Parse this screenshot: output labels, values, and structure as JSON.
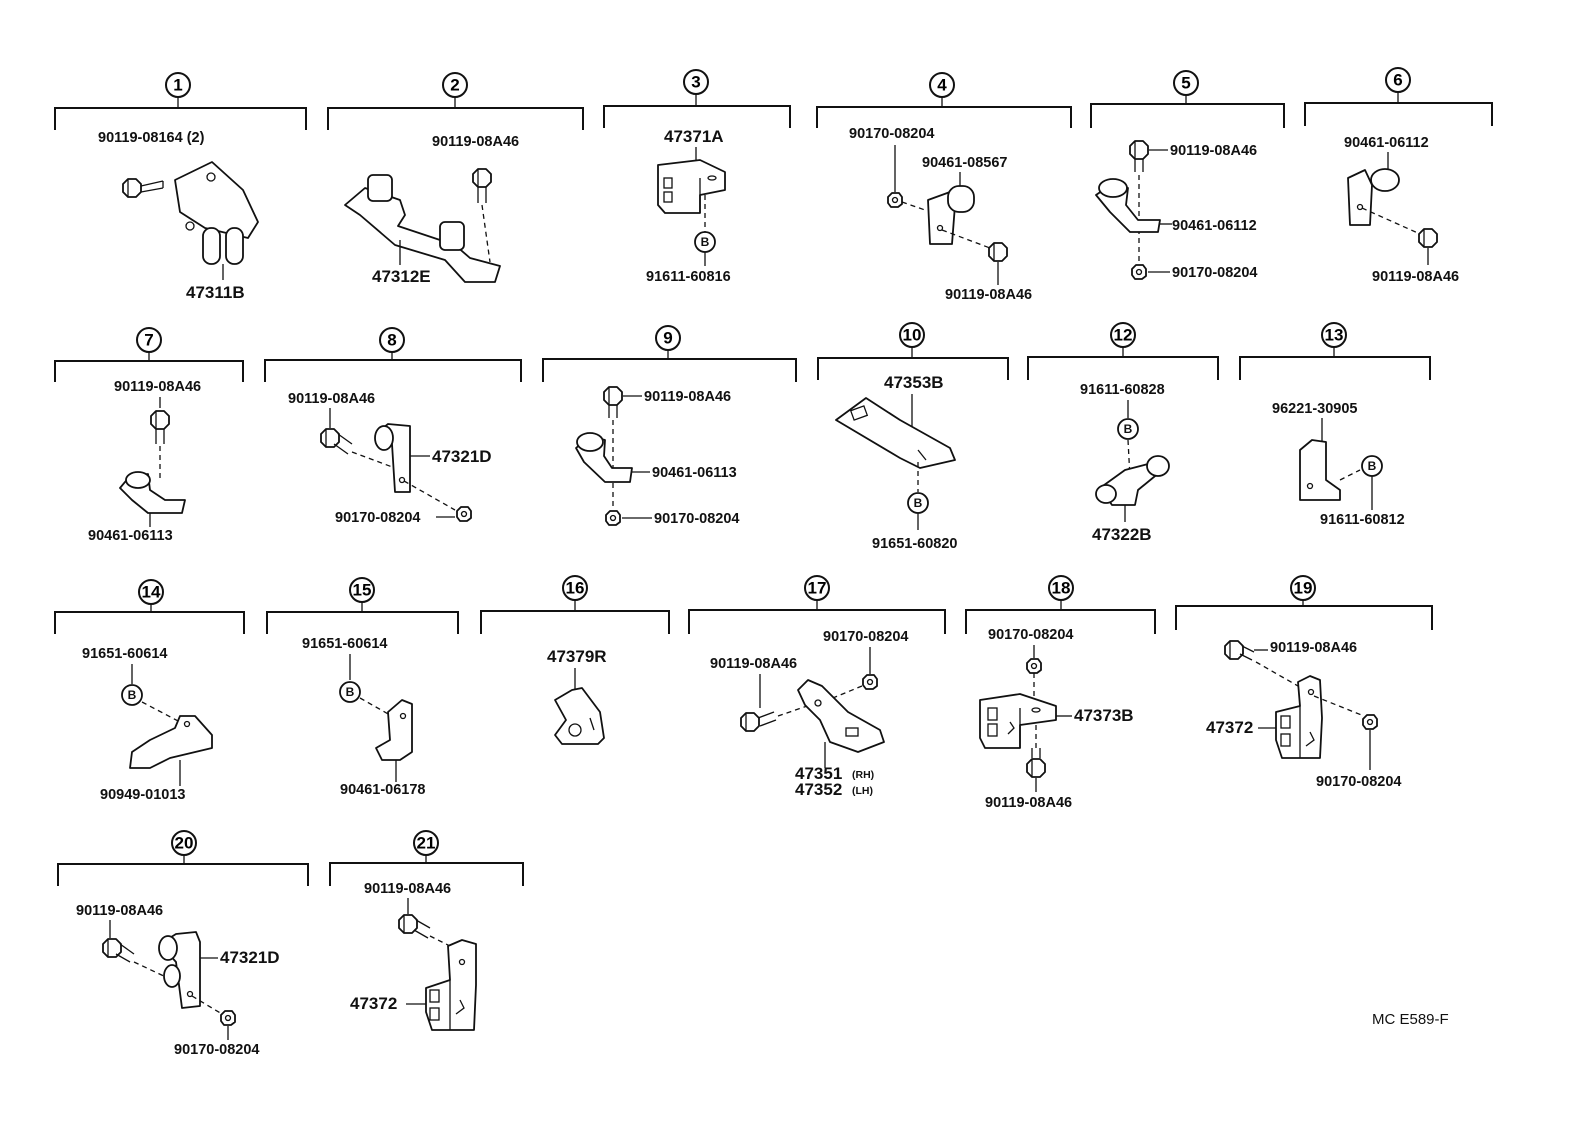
{
  "reference": "MC  E589-F",
  "b_symbol": "B",
  "groups": [
    {
      "num": "1",
      "labels": [
        "90119-08164 (2)",
        "47311B"
      ]
    },
    {
      "num": "2",
      "labels": [
        "90119-08A46",
        "47312E"
      ]
    },
    {
      "num": "3",
      "labels": [
        "47371A",
        "91611-60816"
      ]
    },
    {
      "num": "4",
      "labels": [
        "90170-08204",
        "90461-08567",
        "90119-08A46"
      ]
    },
    {
      "num": "5",
      "labels": [
        "90119-08A46",
        "90461-06112",
        "90170-08204"
      ]
    },
    {
      "num": "6",
      "labels": [
        "90461-06112",
        "90119-08A46"
      ]
    },
    {
      "num": "7",
      "labels": [
        "90119-08A46",
        "90461-06113"
      ]
    },
    {
      "num": "8",
      "labels": [
        "90119-08A46",
        "47321D",
        "90170-08204"
      ]
    },
    {
      "num": "9",
      "labels": [
        "90119-08A46",
        "90461-06113",
        "90170-08204"
      ]
    },
    {
      "num": "10",
      "labels": [
        "47353B",
        "91651-60820"
      ]
    },
    {
      "num": "12",
      "labels": [
        "91611-60828",
        "47322B"
      ]
    },
    {
      "num": "13",
      "labels": [
        "96221-30905",
        "91611-60812"
      ]
    },
    {
      "num": "14",
      "labels": [
        "91651-60614",
        "90949-01013"
      ]
    },
    {
      "num": "15",
      "labels": [
        "91651-60614",
        "90461-06178"
      ]
    },
    {
      "num": "16",
      "labels": [
        "47379R"
      ]
    },
    {
      "num": "17",
      "labels": [
        "90170-08204",
        "90119-08A46",
        "47351",
        "(RH)",
        "47352",
        "(LH)"
      ]
    },
    {
      "num": "18",
      "labels": [
        "90170-08204",
        "47373B",
        "90119-08A46"
      ]
    },
    {
      "num": "19",
      "labels": [
        "90119-08A46",
        "47372",
        "90170-08204"
      ]
    },
    {
      "num": "20",
      "labels": [
        "90119-08A46",
        "47321D",
        "90170-08204"
      ]
    },
    {
      "num": "21",
      "labels": [
        "90119-08A46",
        "47372"
      ]
    }
  ]
}
